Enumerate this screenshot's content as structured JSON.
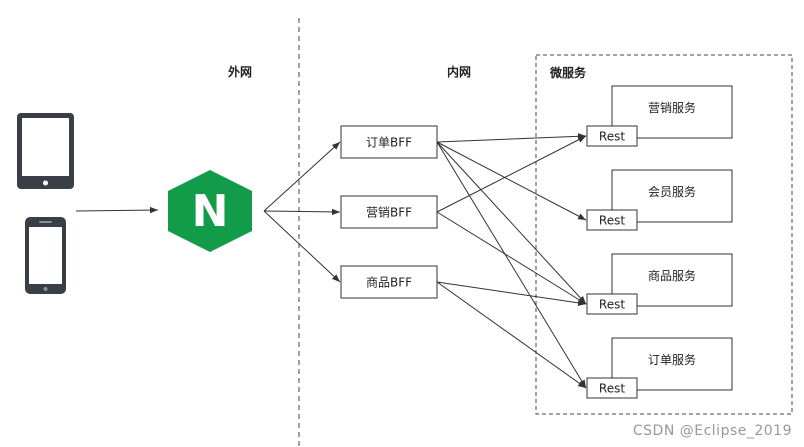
{
  "zones": {
    "external": "外网",
    "internal": "内网",
    "microservices": "微服务"
  },
  "bff": [
    {
      "key": "order",
      "label": "订单BFF"
    },
    {
      "key": "marketing",
      "label": "营销BFF"
    },
    {
      "key": "product",
      "label": "商品BFF"
    }
  ],
  "services": [
    {
      "key": "marketing",
      "label": "营销服务",
      "endpoint": "Rest"
    },
    {
      "key": "member",
      "label": "会员服务",
      "endpoint": "Rest"
    },
    {
      "key": "product",
      "label": "商品服务",
      "endpoint": "Rest"
    },
    {
      "key": "order",
      "label": "订单服务",
      "endpoint": "Rest"
    }
  ],
  "connections": [
    {
      "from": "order",
      "to": "marketing"
    },
    {
      "from": "order",
      "to": "member"
    },
    {
      "from": "order",
      "to": "product"
    },
    {
      "from": "order",
      "to": "order"
    },
    {
      "from": "marketing",
      "to": "marketing"
    },
    {
      "from": "marketing",
      "to": "product"
    },
    {
      "from": "product",
      "to": "product"
    },
    {
      "from": "product",
      "to": "order"
    }
  ],
  "gateway": {
    "logo_letter": "N",
    "color": "#129c49"
  },
  "colors": {
    "line": "#333333",
    "text": "#222222",
    "watermark": "#999999"
  },
  "watermark": "CSDN @Eclipse_2019"
}
